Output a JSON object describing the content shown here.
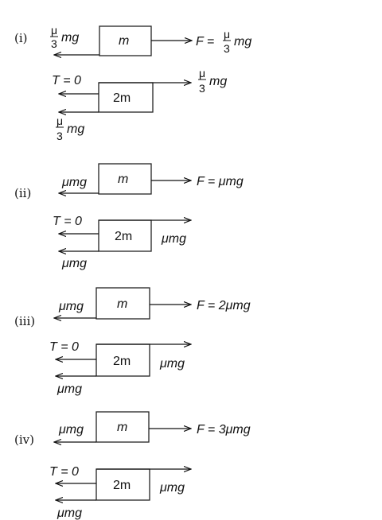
{
  "cases": [
    {
      "roman": "(i)",
      "top_block": "m",
      "top_left_force": {
        "numerator": "μ",
        "denominator": "3",
        "rest": "mg"
      },
      "top_applied_force": {
        "prefix": "F =",
        "numerator": "μ",
        "denominator": "3",
        "rest": "mg"
      },
      "bottom_block": "2m",
      "tension": "T = 0",
      "bottom_right_force": {
        "numerator": "μ",
        "denominator": "3",
        "rest": "mg"
      },
      "bottom_left_force": {
        "numerator": "μ",
        "denominator": "3",
        "rest": "mg"
      }
    },
    {
      "roman": "(ii)",
      "top_block": "m",
      "top_left_force": "μmg",
      "top_applied_force": "F = μmg",
      "bottom_block": "2m",
      "tension": "T = 0",
      "bottom_right_force": "μmg",
      "bottom_left_force": "μmg"
    },
    {
      "roman": "(iii)",
      "top_block": "m",
      "top_left_force": "μmg",
      "top_applied_force": "F = 2μmg",
      "bottom_block": "2m",
      "tension": "T = 0",
      "bottom_right_force": "μmg",
      "bottom_left_force": "μmg"
    },
    {
      "roman": "(iv)",
      "top_block": "m",
      "top_left_force": "μmg",
      "top_applied_force": "F = 3μmg",
      "bottom_block": "2m",
      "tension": "T = 0",
      "bottom_right_force": "μmg",
      "bottom_left_force": "μmg"
    }
  ]
}
